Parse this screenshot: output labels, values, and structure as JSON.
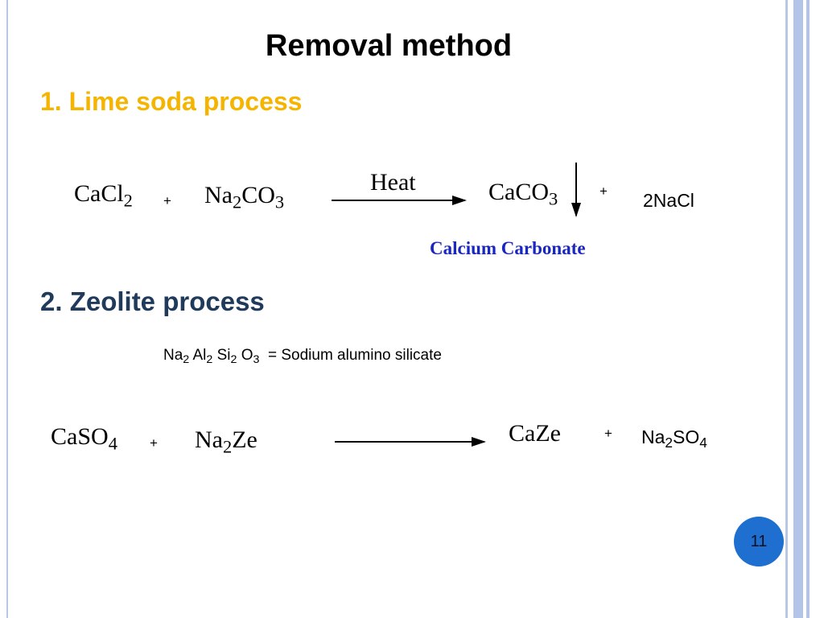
{
  "slide": {
    "title": "Removal method",
    "section1": "1. Lime soda process",
    "section2": "2. Zeolite process",
    "page_number": "11"
  },
  "reaction1": {
    "reactant1_base": "CaCl",
    "reactant1_sub": "2",
    "plus1": "+",
    "reactant2_base1": "Na",
    "reactant2_sub1": "2",
    "reactant2_base2": "CO",
    "reactant2_sub2": "3",
    "condition": "Heat",
    "product1_base": "CaCO",
    "product1_sub": "3",
    "plus2": "+",
    "product2": "2NaCl",
    "product1_label": "Calcium Carbonate"
  },
  "zeolite_formula": {
    "p1": "Na",
    "s1": "2",
    "p2": " Al",
    "s2": "2",
    "p3": " Si",
    "s3": "2",
    "p4": " O",
    "s4": "3",
    "rest": "  = Sodium alumino silicate"
  },
  "reaction2": {
    "reactant1_base": "CaSO",
    "reactant1_sub": "4",
    "plus1": "+",
    "reactant2_base1": "Na",
    "reactant2_sub": "2",
    "reactant2_base2": "Ze",
    "product1": "CaZe",
    "plus2": "+",
    "product2_base1": "Na",
    "product2_sub1": "2",
    "product2_base2": "SO",
    "product2_sub2": "4"
  }
}
